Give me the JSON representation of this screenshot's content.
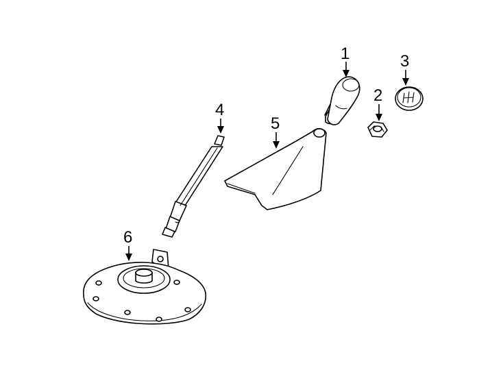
{
  "callouts": {
    "c1": "1",
    "c2": "2",
    "c3": "3",
    "c4": "4",
    "c5": "5",
    "c6": "6"
  },
  "parts": [
    {
      "id": "1",
      "name": "shift-knob"
    },
    {
      "id": "2",
      "name": "nut"
    },
    {
      "id": "3",
      "name": "shift-pattern-cap"
    },
    {
      "id": "4",
      "name": "shift-lever"
    },
    {
      "id": "5",
      "name": "shift-boot"
    },
    {
      "id": "6",
      "name": "lever-base-plate"
    }
  ]
}
